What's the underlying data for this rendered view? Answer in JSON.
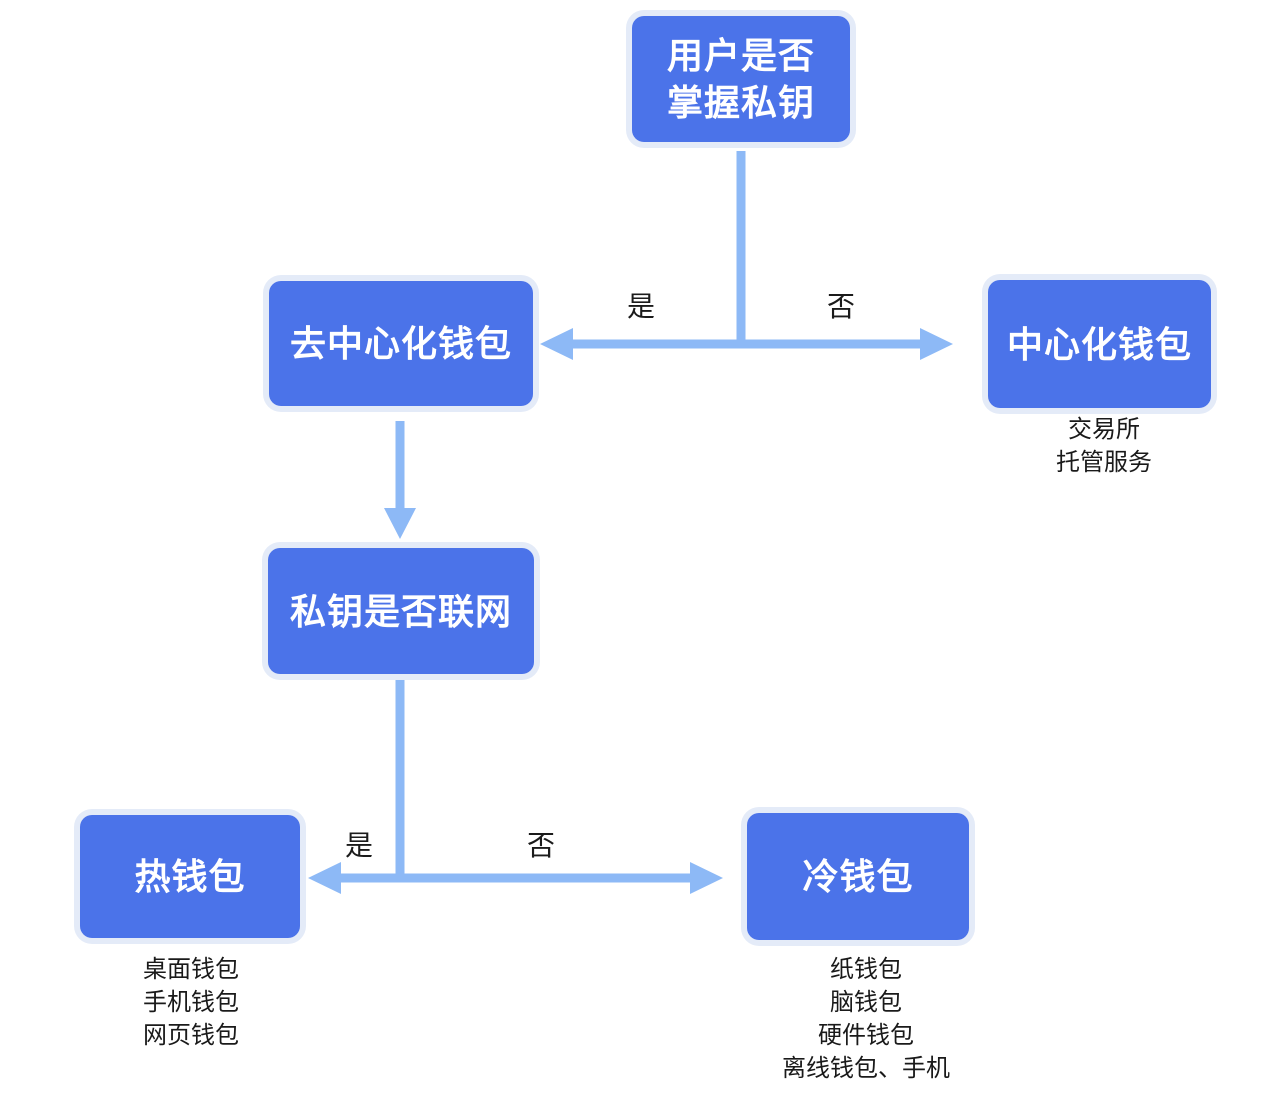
{
  "diagram": {
    "nodes": {
      "root": {
        "lines": [
          "用户是否",
          "掌握私钥"
        ]
      },
      "decentralized": {
        "label": "去中心化钱包"
      },
      "centralized": {
        "label": "中心化钱包",
        "notes": [
          "交易所",
          "托管服务"
        ]
      },
      "key_online": {
        "label": "私钥是否联网"
      },
      "hot": {
        "label": "热钱包",
        "notes": [
          "桌面钱包",
          "手机钱包",
          "网页钱包"
        ]
      },
      "cold": {
        "label": "冷钱包",
        "notes": [
          "纸钱包",
          "脑钱包",
          "硬件钱包",
          "离线钱包、手机"
        ]
      }
    },
    "edges": {
      "root_yes_label": "是",
      "root_no_label": "否",
      "online_yes_label": "是",
      "online_no_label": "否"
    },
    "colors": {
      "node_fill": "#4b73e9",
      "node_halo": "#e4ebf8",
      "connector": "#8db9f6",
      "node_text": "#ffffff",
      "label_text": "#1b1b1b",
      "background": "#ffffff"
    }
  }
}
